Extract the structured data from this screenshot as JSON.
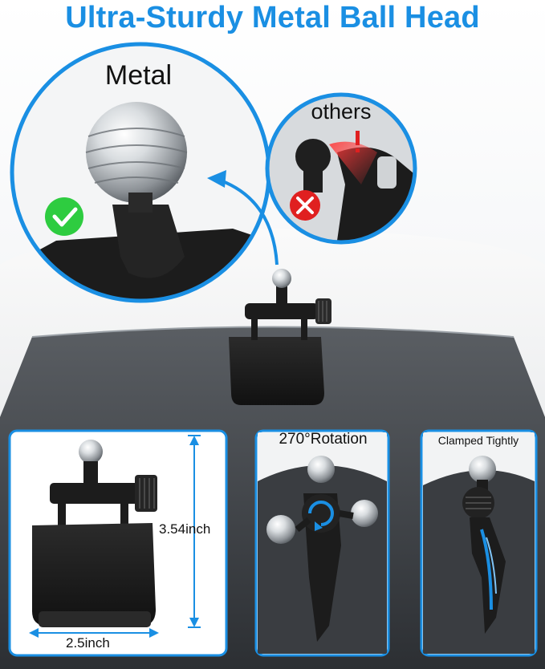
{
  "header": {
    "title": "Ultra-Sturdy Metal Ball Head"
  },
  "comparison": {
    "metal_label": "Metal",
    "others_label": "others",
    "good_mark_icon": "check-circle-icon",
    "bad_mark_icon": "x-circle-icon",
    "warning_icon": "exclamation-icon"
  },
  "panels": {
    "dimensions": {
      "height_label": "3.54inch",
      "width_label": "2.5inch"
    },
    "rotation": {
      "label": "270°Rotation"
    },
    "clamp": {
      "label": "Clamped Tightly"
    }
  },
  "colors": {
    "accent_blue": "#1a8fe3",
    "good_green": "#2ecc40",
    "bad_red": "#e02020",
    "mount_black": "#1c1c1c"
  }
}
